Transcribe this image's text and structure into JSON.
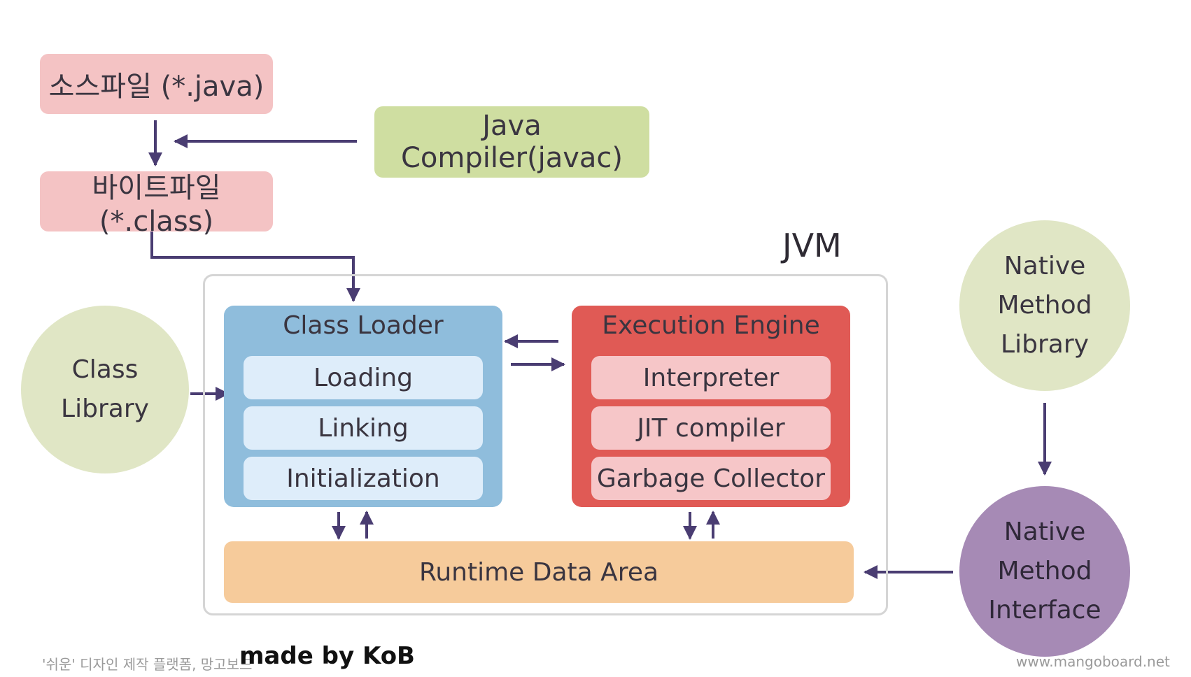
{
  "boxes": {
    "source_file": "소스파일 (*.java)",
    "compiler": "Java Compiler(javac)",
    "byte_file": "바이트파일 (*.class)"
  },
  "jvm": {
    "label": "JVM",
    "class_loader": {
      "title": "Class Loader",
      "steps": [
        "Loading",
        "Linking",
        "Initialization"
      ]
    },
    "execution_engine": {
      "title": "Execution Engine",
      "parts": [
        "Interpreter",
        "JIT compiler",
        "Garbage Collector"
      ]
    },
    "runtime_data_area": "Runtime Data Area"
  },
  "circles": {
    "class_library": [
      "Class",
      "Library"
    ],
    "native_method_library": [
      "Native",
      "Method",
      "Library"
    ],
    "native_method_interface": [
      "Native",
      "Method",
      "Interface"
    ]
  },
  "footer": {
    "platform_note": "'쉬운' 디자인 제작 플랫폼, 망고보드",
    "made_by": "made by KoB",
    "website": "www.mangoboard.net"
  },
  "colors": {
    "arrow": "#4a3d72",
    "source_box": "#f4c3c4",
    "compiler_box": "#cfdea1",
    "class_loader": "#8fbddc",
    "execution_engine": "#e05a55",
    "runtime_area": "#f6cb9b",
    "native_interface": "#a68ab5",
    "pale_circle": "#e0e6c5"
  }
}
